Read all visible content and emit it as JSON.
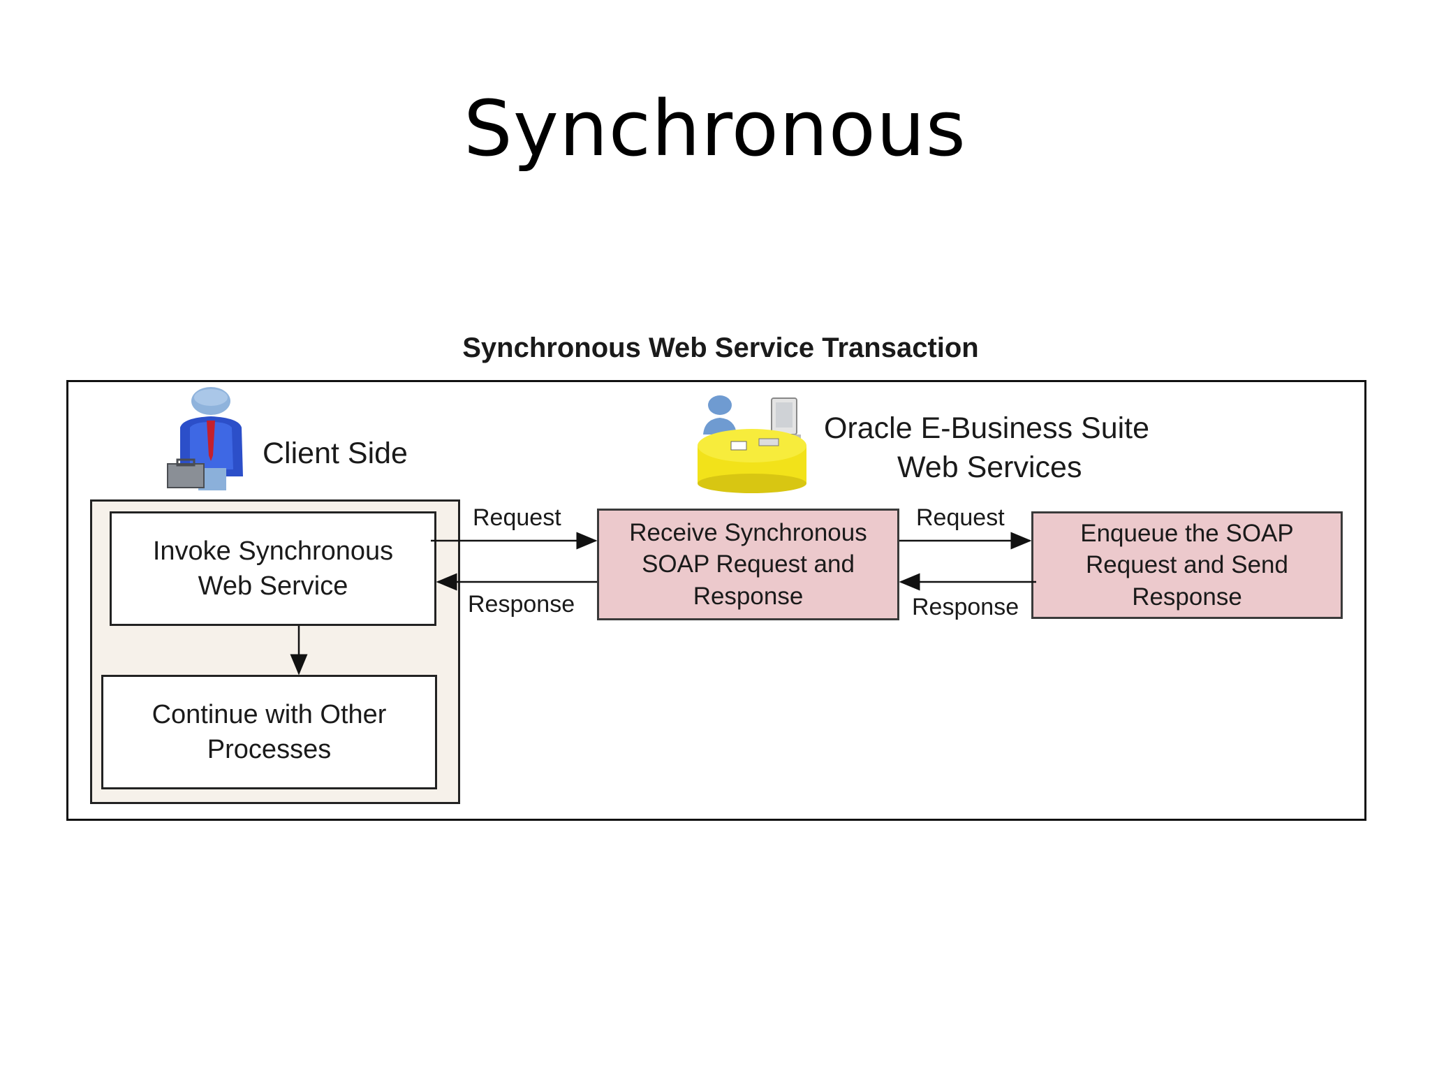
{
  "slide": {
    "title": "Synchronous"
  },
  "diagram": {
    "title": "Synchronous Web Service Transaction",
    "client": {
      "label": "Client Side",
      "icon": "businessman-icon",
      "invoke_box": "Invoke Synchronous Web Service",
      "continue_box": "Continue with Other Processes"
    },
    "server": {
      "label_line1": "Oracle E-Business Suite",
      "label_line2": "Web Services",
      "icon": "service-desk-icon",
      "receive_box": "Receive Synchronous SOAP Request and Response",
      "enqueue_box": "Enqueue the SOAP Request and Send Response"
    },
    "arrows": {
      "request_1": "Request",
      "response_1": "Response",
      "request_2": "Request",
      "response_2": "Response"
    },
    "colors": {
      "process_box_fill": "#ecc9cc",
      "client_panel_fill": "#f6f1ea",
      "desk_yellow": "#f2e21a",
      "person_blue": "#3b63d8"
    }
  }
}
